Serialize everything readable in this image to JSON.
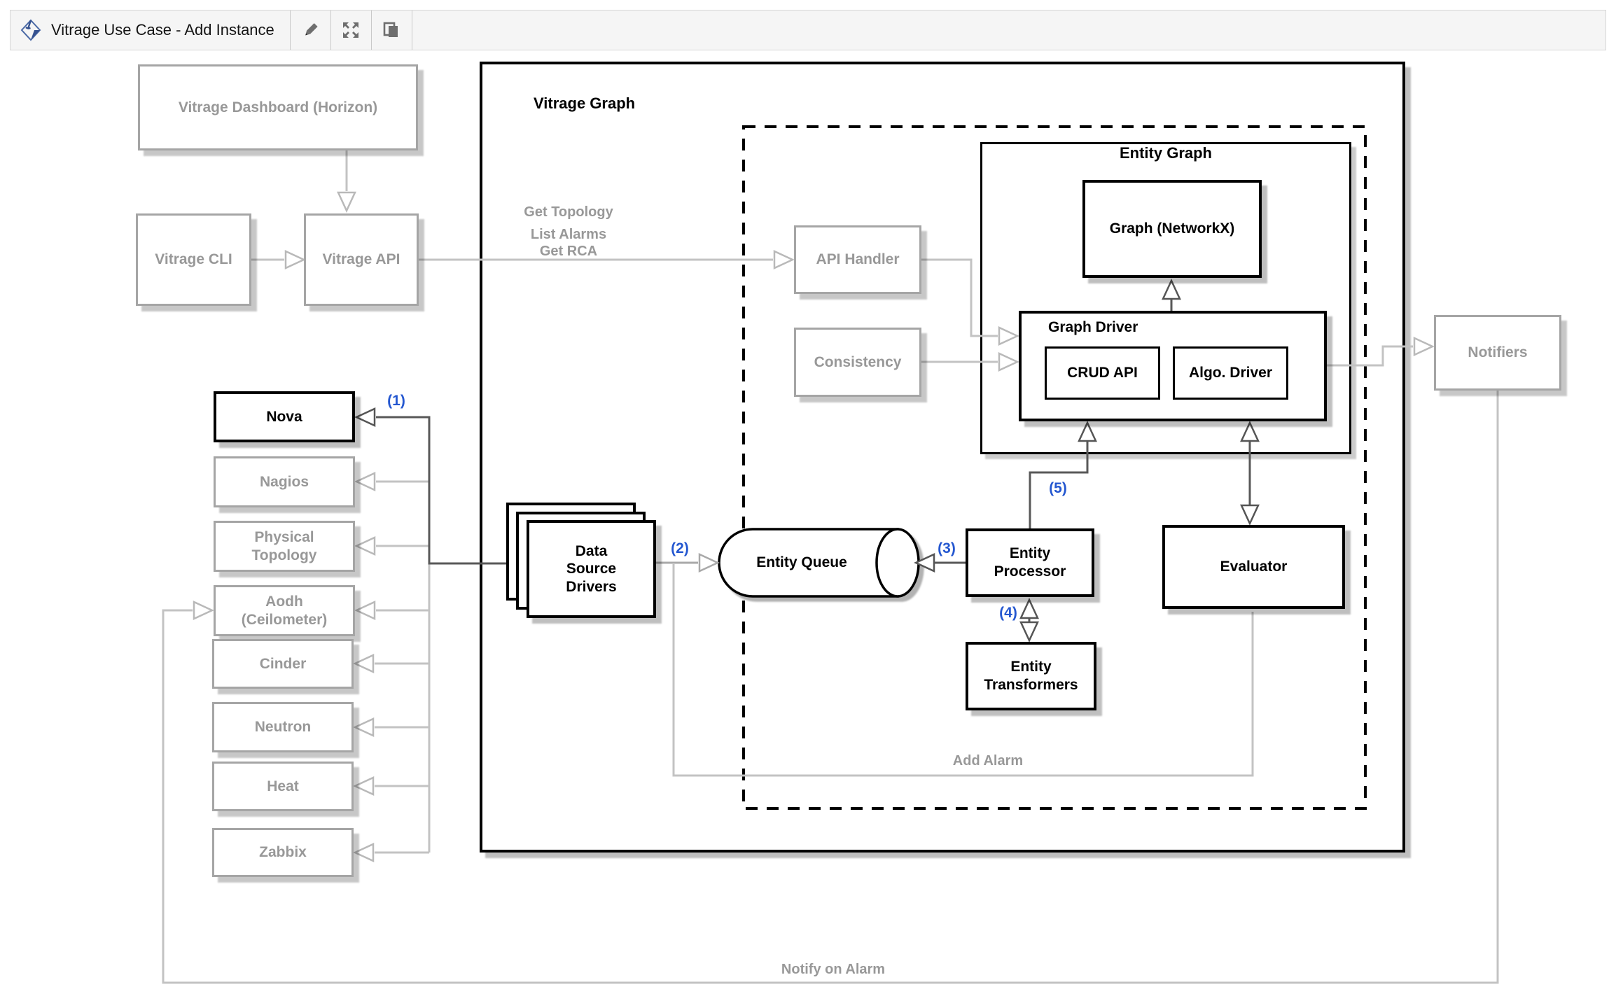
{
  "toolbar": {
    "title": "Vitrage Use Case - Add Instance",
    "logo_icon": "drawio-diamond-logo",
    "buttons": [
      {
        "name": "edit",
        "icon": "pencil-icon"
      },
      {
        "name": "fullscreen",
        "icon": "expand-arrows-icon"
      },
      {
        "name": "copy",
        "icon": "copy-icon"
      }
    ]
  },
  "colors": {
    "accent_blue": "#2457d0",
    "muted_gray_text": "#989898",
    "gray_border": "#a5a5a5",
    "dark_line": "#585858",
    "light_line": "#c3c3c3",
    "toolbar_bg": "#f5f5f5"
  },
  "nodes": {
    "vitrage_dashboard": "Vitrage Dashboard (Horizon)",
    "vitrage_cli": "Vitrage CLI",
    "vitrage_api": "Vitrage API",
    "api_handler": "API Handler",
    "consistency": "Consistency",
    "graph_networkx": "Graph (NetworkX)",
    "crud_api": "CRUD API",
    "algo_driver": "Algo. Driver",
    "notifiers": "Notifiers",
    "nova": "Nova",
    "nagios": "Nagios",
    "physical_topology": "Physical Topology",
    "aodh": "Aodh (Ceilometer)",
    "cinder": "Cinder",
    "neutron": "Neutron",
    "heat": "Heat",
    "zabbix": "Zabbix",
    "data_source_drivers": "Data Source Drivers",
    "entity_queue": "Entity Queue",
    "entity_processor": "Entity Processor",
    "entity_transformers": "Entity Transformers",
    "evaluator": "Evaluator"
  },
  "labels": {
    "vitrage_graph": "Vitrage Graph",
    "entity_graph": "Entity Graph",
    "graph_driver": "Graph Driver",
    "get_topology": "Get Topology",
    "list_alarms": "List Alarms",
    "get_rca": "Get RCA",
    "add_alarm": "Add Alarm",
    "notify_on_alarm": "Notify on Alarm",
    "step1": "(1)",
    "step2": "(2)",
    "step3": "(3)",
    "step4": "(4)",
    "step5": "(5)"
  }
}
